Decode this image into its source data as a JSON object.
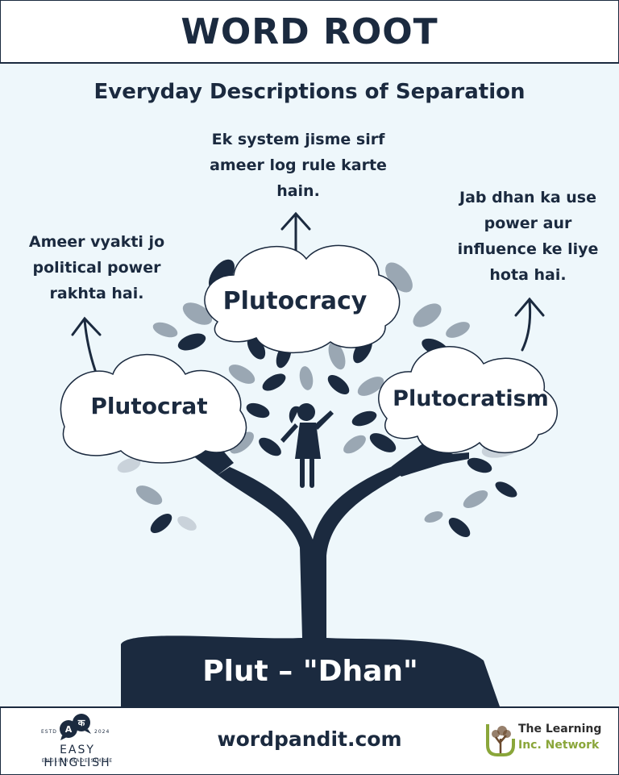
{
  "header": {
    "title": "WORD ROOT"
  },
  "subtitle": "Everyday Descriptions of Separation",
  "nodes": [
    {
      "word": "Plutocrat",
      "description": "Ameer vyakti jo political power rakhta hai."
    },
    {
      "word": "Plutocracy",
      "description": "Ek system jisme sirf ameer log rule karte hain."
    },
    {
      "word": "Plutocratism",
      "description": "Jab dhan ka use power aur influence ke liye hota hai."
    }
  ],
  "root": "Plut – \"Dhan\"",
  "footer": {
    "website": "wordpandit.com",
    "brand_left": {
      "estd": "ESTD",
      "year": "2024",
      "bubble_a": "A",
      "bubble_b": "क",
      "name": "EASY HINGLISH",
      "tagline": "ENGLISH MADE SIMPLE"
    },
    "brand_right": {
      "line1": "The Learning",
      "line2": "Inc. Network"
    }
  },
  "colors": {
    "navy": "#1b2a3f",
    "background": "#eef7fb",
    "leaf_gray": "#9aa7b3",
    "leaf_light": "#c9d2da",
    "accent_green": "#8aa63a"
  }
}
